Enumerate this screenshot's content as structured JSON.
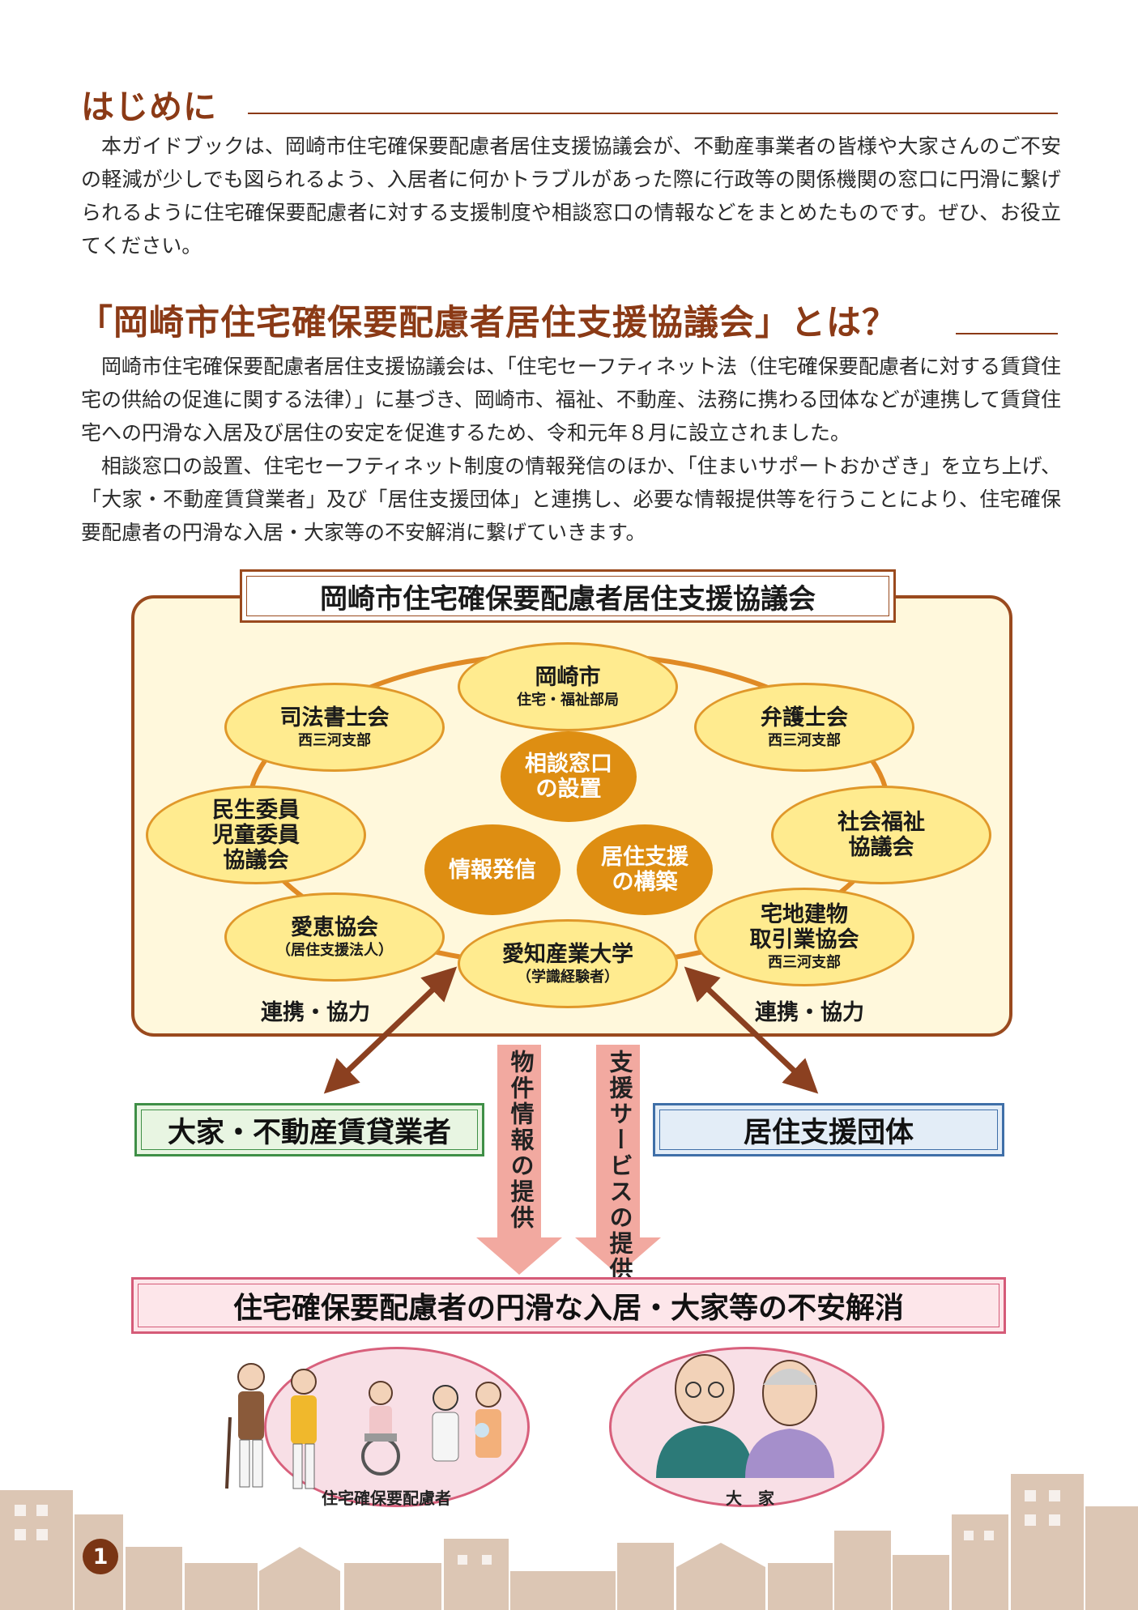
{
  "intro": {
    "title": "はじめに",
    "body": "本ガイドブックは、岡崎市住宅確保要配慮者居住支援協議会が、不動産事業者の皆様や大家さんのご不安の軽減が少しでも図られるよう、入居者に何かトラブルがあった際に行政等の関係機関の窓口に円滑に繋げられるように住宅確保要配慮者に対する支援制度や相談窓口の情報などをまとめたものです。ぜひ、お役立てください。"
  },
  "about": {
    "title": "「岡崎市住宅確保要配慮者居住支援協議会」とは？",
    "paragraph1": "岡崎市住宅確保要配慮者居住支援協議会は、「住宅セーフティネット法（住宅確保要配慮者に対する賃貸住宅の供給の促進に関する法律）」に基づき、岡崎市、福祉、不動産、法務に携わる団体などが連携して賃貸住宅への円滑な入居及び居住の安定を促進するため、令和元年８月に設立されました。",
    "paragraph2": "相談窓口の設置、住宅セーフティネット制度の情報発信のほか、「住まいサポートおかざき」を立ち上げ、「大家・不動産賃貸業者」及び「居住支援団体」と連携し、必要な情報提供等を行うことにより、住宅確保要配慮者の円滑な入居・大家等の不安解消に繋げていきます。"
  },
  "diagram": {
    "council_title": "岡崎市住宅確保要配慮者居住支援協議会",
    "orgs": {
      "okazaki": {
        "main": "岡崎市",
        "sub": "住宅・福祉部局"
      },
      "shiho": {
        "main": "司法書士会",
        "sub": "西三河支部"
      },
      "bengoshi": {
        "main": "弁護士会",
        "sub": "西三河支部"
      },
      "minsei": {
        "main": "民生委員\n児童委員\n協議会"
      },
      "shakai": {
        "main": "社会福祉\n協議会"
      },
      "aikei": {
        "main": "愛恵協会",
        "sub": "（居住支援法人）"
      },
      "takuchi": {
        "main": "宅地建物\n取引業協会",
        "sub": "西三河支部"
      },
      "aichi": {
        "main": "愛知産業大学",
        "sub": "（学識経験者）"
      }
    },
    "functions": {
      "soudan": "相談窓口\nの設置",
      "joho": "情報発信",
      "kyoju": "居住支援\nの構築"
    },
    "coop_left": "連携・協力",
    "coop_right": "連携・協力",
    "landlord_box": "大家・不動産賃貸業者",
    "support_box": "居住支援団体",
    "arrow_left_text": "物件情報の提供",
    "arrow_right_text": "支援サービスの提供",
    "result": "住宅確保要配慮者の円滑な入居・大家等の不安解消",
    "illustration_left_label": "住宅確保要配慮者",
    "illustration_right_label": "大　家"
  },
  "page_number": "1",
  "colors": {
    "heading": "#8b3a16",
    "org_fill": "#ffeb8f",
    "function_fill": "#de8e12",
    "council_bg": "#fff8dc",
    "arrow_pink": "#f2a9a0",
    "building_tan": "#dcc6b4"
  }
}
